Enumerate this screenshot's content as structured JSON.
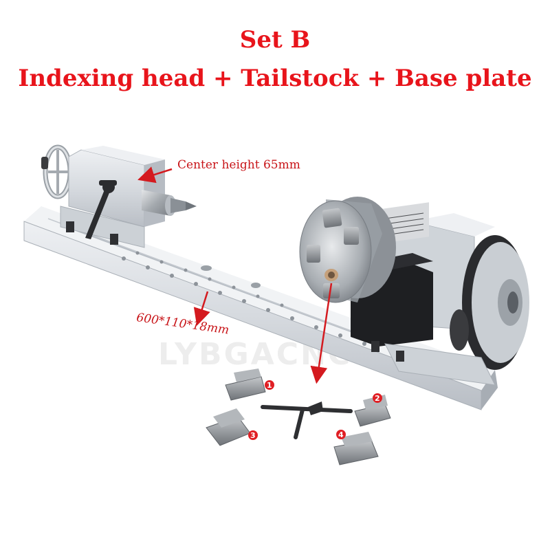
{
  "title": {
    "line1": "Set B",
    "line2": "Indexing head + Tailstock + Base plate"
  },
  "annotations": {
    "center_height": "Center height 65mm",
    "dimensions": "600*110*18mm"
  },
  "jaw_badges": [
    "1",
    "2",
    "3",
    "4"
  ],
  "watermark": "LYBGACNC",
  "colors": {
    "title_red": "#e8141b",
    "arrow_red": "#d41a1f",
    "aluminum": "#d9dde2",
    "steel": "#9aa0a6",
    "motor_black": "#1e1f22"
  }
}
